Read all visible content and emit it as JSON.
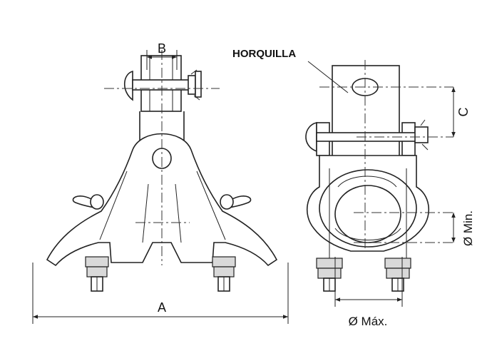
{
  "labels": {
    "dim_a": "A",
    "dim_b": "B",
    "dim_c": "C",
    "horquilla": "HORQUILLA",
    "diam_min": "Ø Min.",
    "diam_max": "Ø Máx."
  },
  "colors": {
    "line": "#222222",
    "background": "#ffffff",
    "shade": "#d9d9d9"
  }
}
